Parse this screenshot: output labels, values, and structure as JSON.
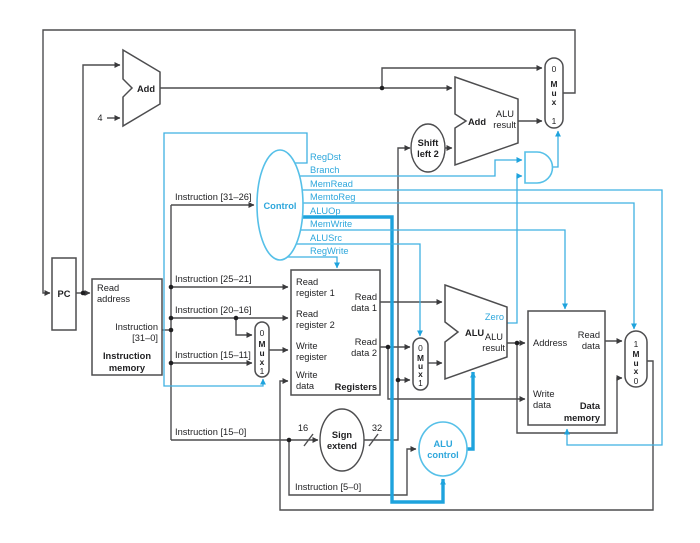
{
  "colors": {
    "wire": "#4d4d4f",
    "control_blue": "#2ea7dc",
    "text": "#1f1f21"
  },
  "pc": {
    "label": "PC"
  },
  "constants": {
    "four": "4"
  },
  "pc_add": {
    "label": "Add"
  },
  "branch_add": {
    "label": "Add",
    "result_line1": "ALU",
    "result_line2": "result"
  },
  "instruction_memory": {
    "read_address_line1": "Read",
    "read_address_line2": "address",
    "instruction_line1": "Instruction",
    "instruction_line2": "[31–0]",
    "name_line1": "Instruction",
    "name_line2": "memory"
  },
  "control": {
    "label": "Control",
    "signals": [
      "RegDst",
      "Branch",
      "MemRead",
      "MemtoReg",
      "ALUOp",
      "MemWrite",
      "ALUSrc",
      "RegWrite"
    ]
  },
  "instruction_fields": {
    "f31_26": "Instruction [31–26]",
    "f25_21": "Instruction [25–21]",
    "f20_16": "Instruction [20–16]",
    "f15_11": "Instruction [15–11]",
    "f15_0": "Instruction [15–0]",
    "f5_0": "Instruction [5–0]"
  },
  "registers": {
    "name": "Registers",
    "read_register_1": [
      "Read",
      "register 1"
    ],
    "read_register_2": [
      "Read",
      "register 2"
    ],
    "write_register": [
      "Write",
      "register"
    ],
    "write_data": [
      "Write",
      "data"
    ],
    "read_data_1": [
      "Read",
      "data 1"
    ],
    "read_data_2": [
      "Read",
      "data 2"
    ]
  },
  "muxes": {
    "pcsrc": [
      "0",
      "M",
      "u",
      "x",
      "1"
    ],
    "regdst": [
      "0",
      "M",
      "u",
      "x",
      "1"
    ],
    "alusrc": [
      "0",
      "M",
      "u",
      "x",
      "1"
    ],
    "memtoreg": [
      "1",
      "M",
      "u",
      "x",
      "0"
    ]
  },
  "shift_left_2": {
    "line1": "Shift",
    "line2": "left 2"
  },
  "sign_extend": {
    "line1": "Sign",
    "line2": "extend",
    "in_width": "16",
    "out_width": "32"
  },
  "alu": {
    "name": "ALU",
    "zero": "Zero",
    "result_line1": "ALU",
    "result_line2": "result"
  },
  "alu_control": {
    "line1": "ALU",
    "line2": "control"
  },
  "data_memory": {
    "address": "Address",
    "read_data_line1": "Read",
    "read_data_line2": "data",
    "write_data_line1": "Write",
    "write_data_line2": "data",
    "name_line1": "Data",
    "name_line2": "memory"
  }
}
